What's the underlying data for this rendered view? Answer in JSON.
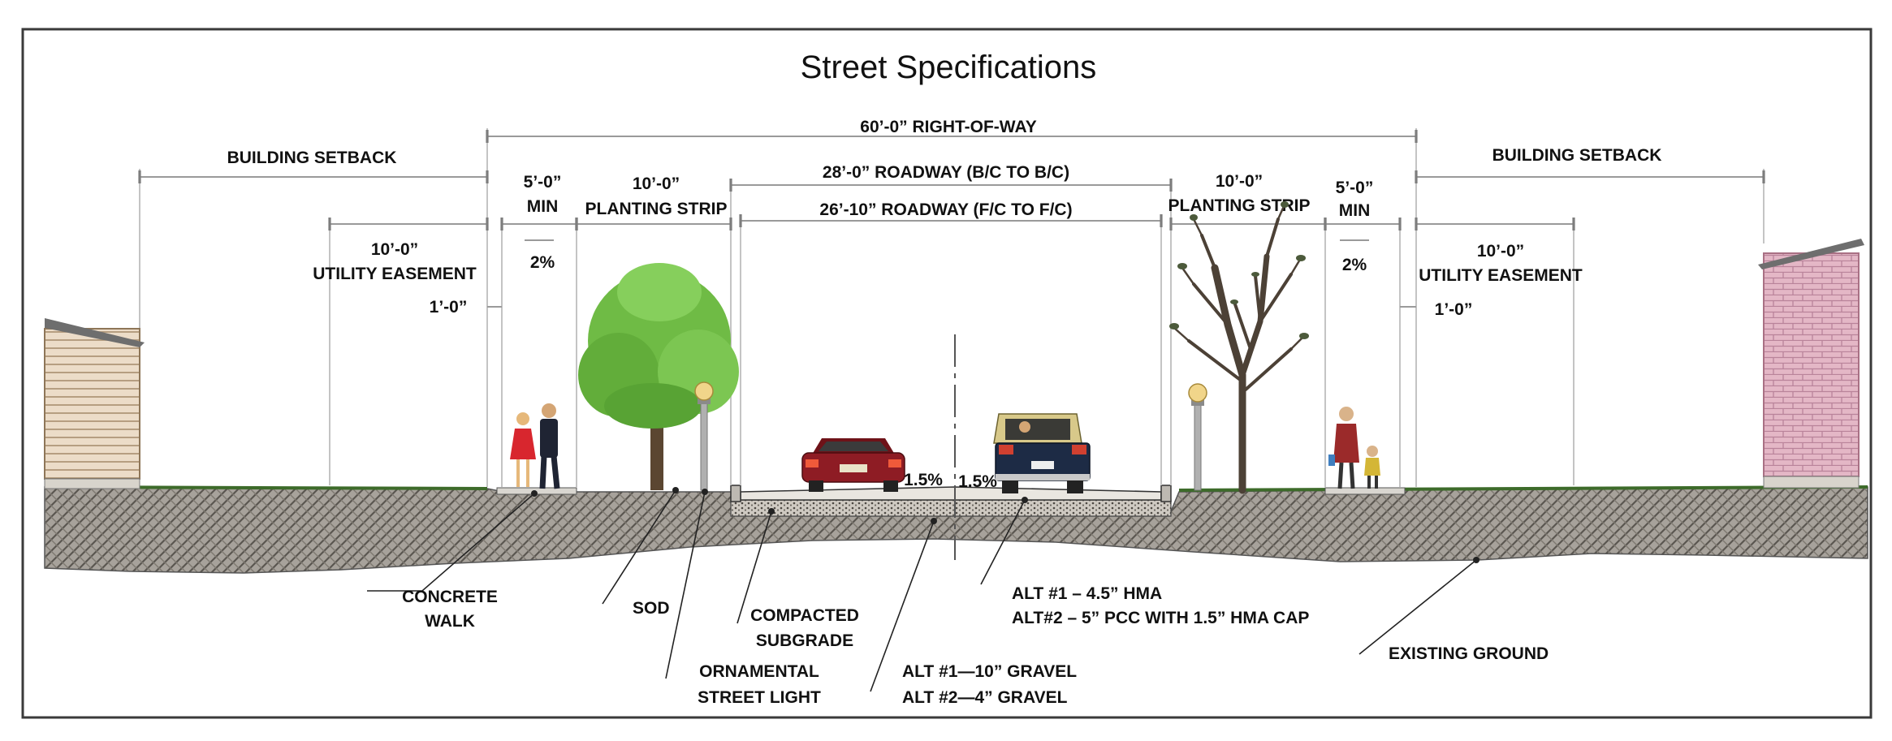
{
  "title": "Street Specifications",
  "dimensions": {
    "right_of_way": "60’-0” RIGHT-OF-WAY",
    "setback_left": "BUILDING SETBACK",
    "setback_right": "BUILDING SETBACK",
    "roadway_bc": "28’-0” ROADWAY (B/C TO B/C)",
    "roadway_fc": "26’-10” ROADWAY (F/C TO F/C)",
    "walk_left": {
      "width": "5’-0”",
      "note": "MIN",
      "slope": "2%"
    },
    "walk_right": {
      "width": "5’-0”",
      "note": "MIN",
      "slope": "2%"
    },
    "planting_left": {
      "width": "10’-0”",
      "label": "PLANTING STRIP"
    },
    "planting_right": {
      "width": "10’-0”",
      "label": "PLANTING STRIP"
    },
    "easement_left": {
      "width": "10’-0”",
      "label": "UTILITY EASEMENT"
    },
    "easement_right": {
      "width": "10’-0”",
      "label": "UTILITY EASEMENT"
    },
    "offset_left": "1’-0”",
    "offset_right": "1’-0”",
    "crown_left": "1.5%",
    "crown_right": "1.5%"
  },
  "callouts": {
    "concrete_walk": [
      "CONCRETE",
      "WALK"
    ],
    "sod": "SOD",
    "ornamental_light": [
      "ORNAMENTAL",
      "STREET LIGHT"
    ],
    "subgrade": [
      "COMPACTED",
      "SUBGRADE"
    ],
    "gravel": [
      "ALT #1—10” GRAVEL",
      "ALT #2—4” GRAVEL"
    ],
    "pavement": [
      "ALT #1 – 4.5” HMA",
      "ALT#2 – 5” PCC WITH 1.5” HMA CAP"
    ],
    "existing_ground": "EXISTING GROUND"
  },
  "colors": {
    "ground": "#a7a29b",
    "ground_hatch": "#5a5650",
    "tree": "#6fbb45",
    "trunk": "#5b4631",
    "house_left": "#ecdcc8",
    "house_right": "#e4b7c6",
    "car": "#8e1c24",
    "truck_cab": "#d8c98a",
    "truck_body": "#1d2b45"
  }
}
